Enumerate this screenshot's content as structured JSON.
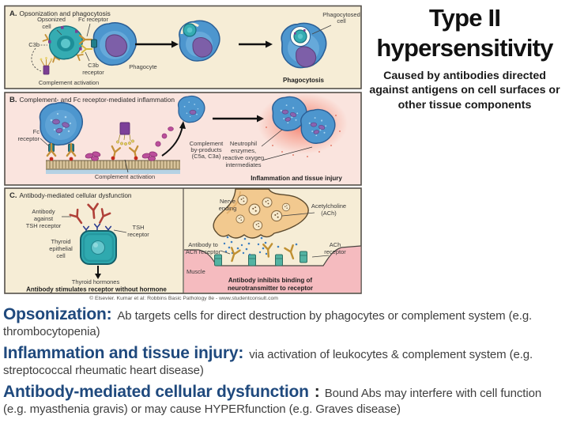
{
  "header": {
    "title_lines": [
      "Type II",
      "hypersensitivity"
    ],
    "subtitle_lines": [
      "Caused by antibodies directed",
      "against antigens on cell surfaces or",
      "other tissue components"
    ]
  },
  "colors": {
    "accent_blue": "#1F497D",
    "panel_cream": "#F6EDD6",
    "panel_pink": "#FAE4DE",
    "figure_border": "#55504A"
  },
  "figure": {
    "credit": "© Elsevier. Kumar et al: Robbins Basic Pathology 8e - www.studentconsult.com",
    "a": {
      "tag": "A.",
      "title": "Opsonization and phagocytosis",
      "opsonized_cell": [
        "Opsonized",
        "cell"
      ],
      "fc_receptor": "Fc receptor",
      "c3b": "C3b",
      "c3b_receptor": [
        "C3b",
        "receptor"
      ],
      "phagocyte": "Phagocyte",
      "complement_activation": "Complement activation",
      "phagocytosed_cell": [
        "Phagocytosed",
        "cell"
      ],
      "phagocytosis": "Phagocytosis"
    },
    "b": {
      "tag": "B.",
      "title": "Complement- and Fc receptor-mediated inflammation",
      "fc_receptor": [
        "Fc",
        "receptor"
      ],
      "complement_activation": "Complement activation",
      "byproducts": [
        "Complement",
        "by-products",
        "(C5a, C3a)"
      ],
      "neutrophil_enzymes": [
        "Neutrophil",
        "enzymes,",
        "reactive oxygen",
        "intermediates"
      ],
      "caption": "Inflammation and tissue injury"
    },
    "c": {
      "tag": "C.",
      "title": "Antibody-mediated cellular dysfunction",
      "antibody_tsh": [
        "Antibody",
        "against",
        "TSH receptor"
      ],
      "tsh_receptor": [
        "TSH",
        "receptor"
      ],
      "thyroid_cell": [
        "Thyroid",
        "epithelial",
        "cell"
      ],
      "thyroid_hormones": "Thyroid hormones",
      "caption_left": "Antibody stimulates receptor without hormone",
      "nerve_ending": [
        "Nerve",
        "ending"
      ],
      "acetylcholine": [
        "Acetylcholine",
        "(ACh)"
      ],
      "antibody_ach": [
        "Antibody to",
        "ACh receptor"
      ],
      "ach_receptor": [
        "ACh",
        "receptor"
      ],
      "muscle": "Muscle",
      "caption_right": [
        "Antibody inhibits binding of",
        "neurotransmitter to receptor"
      ]
    }
  },
  "notes": [
    {
      "heading": "Opsonization:",
      "sep": "",
      "body": "Ab targets cells for direct destruction by phagocytes or complement system (e.g. thrombocytopenia)"
    },
    {
      "heading": "Inflammation and tissue injury:",
      "sep": "",
      "body": "via activation of leukocytes & complement system (e.g. streptococcal rheumatic heart disease)"
    },
    {
      "heading": "Antibody-mediated cellular dysfunction",
      "sep": ":",
      "body": "Bound Abs may interfere with cell function (e.g. myasthenia gravis) or may cause HYPERfunction (e.g. Graves disease)"
    }
  ]
}
